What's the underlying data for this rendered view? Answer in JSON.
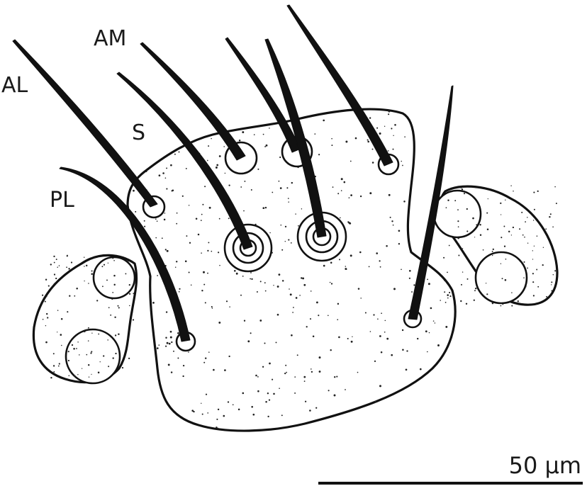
{
  "labels": {
    "al": "AL",
    "am": "AM",
    "s": "S",
    "pl": "PL"
  },
  "scale_bar": {
    "text": "50 µm"
  },
  "colors": {
    "ink": "#111111",
    "paper": "#ffffff"
  }
}
